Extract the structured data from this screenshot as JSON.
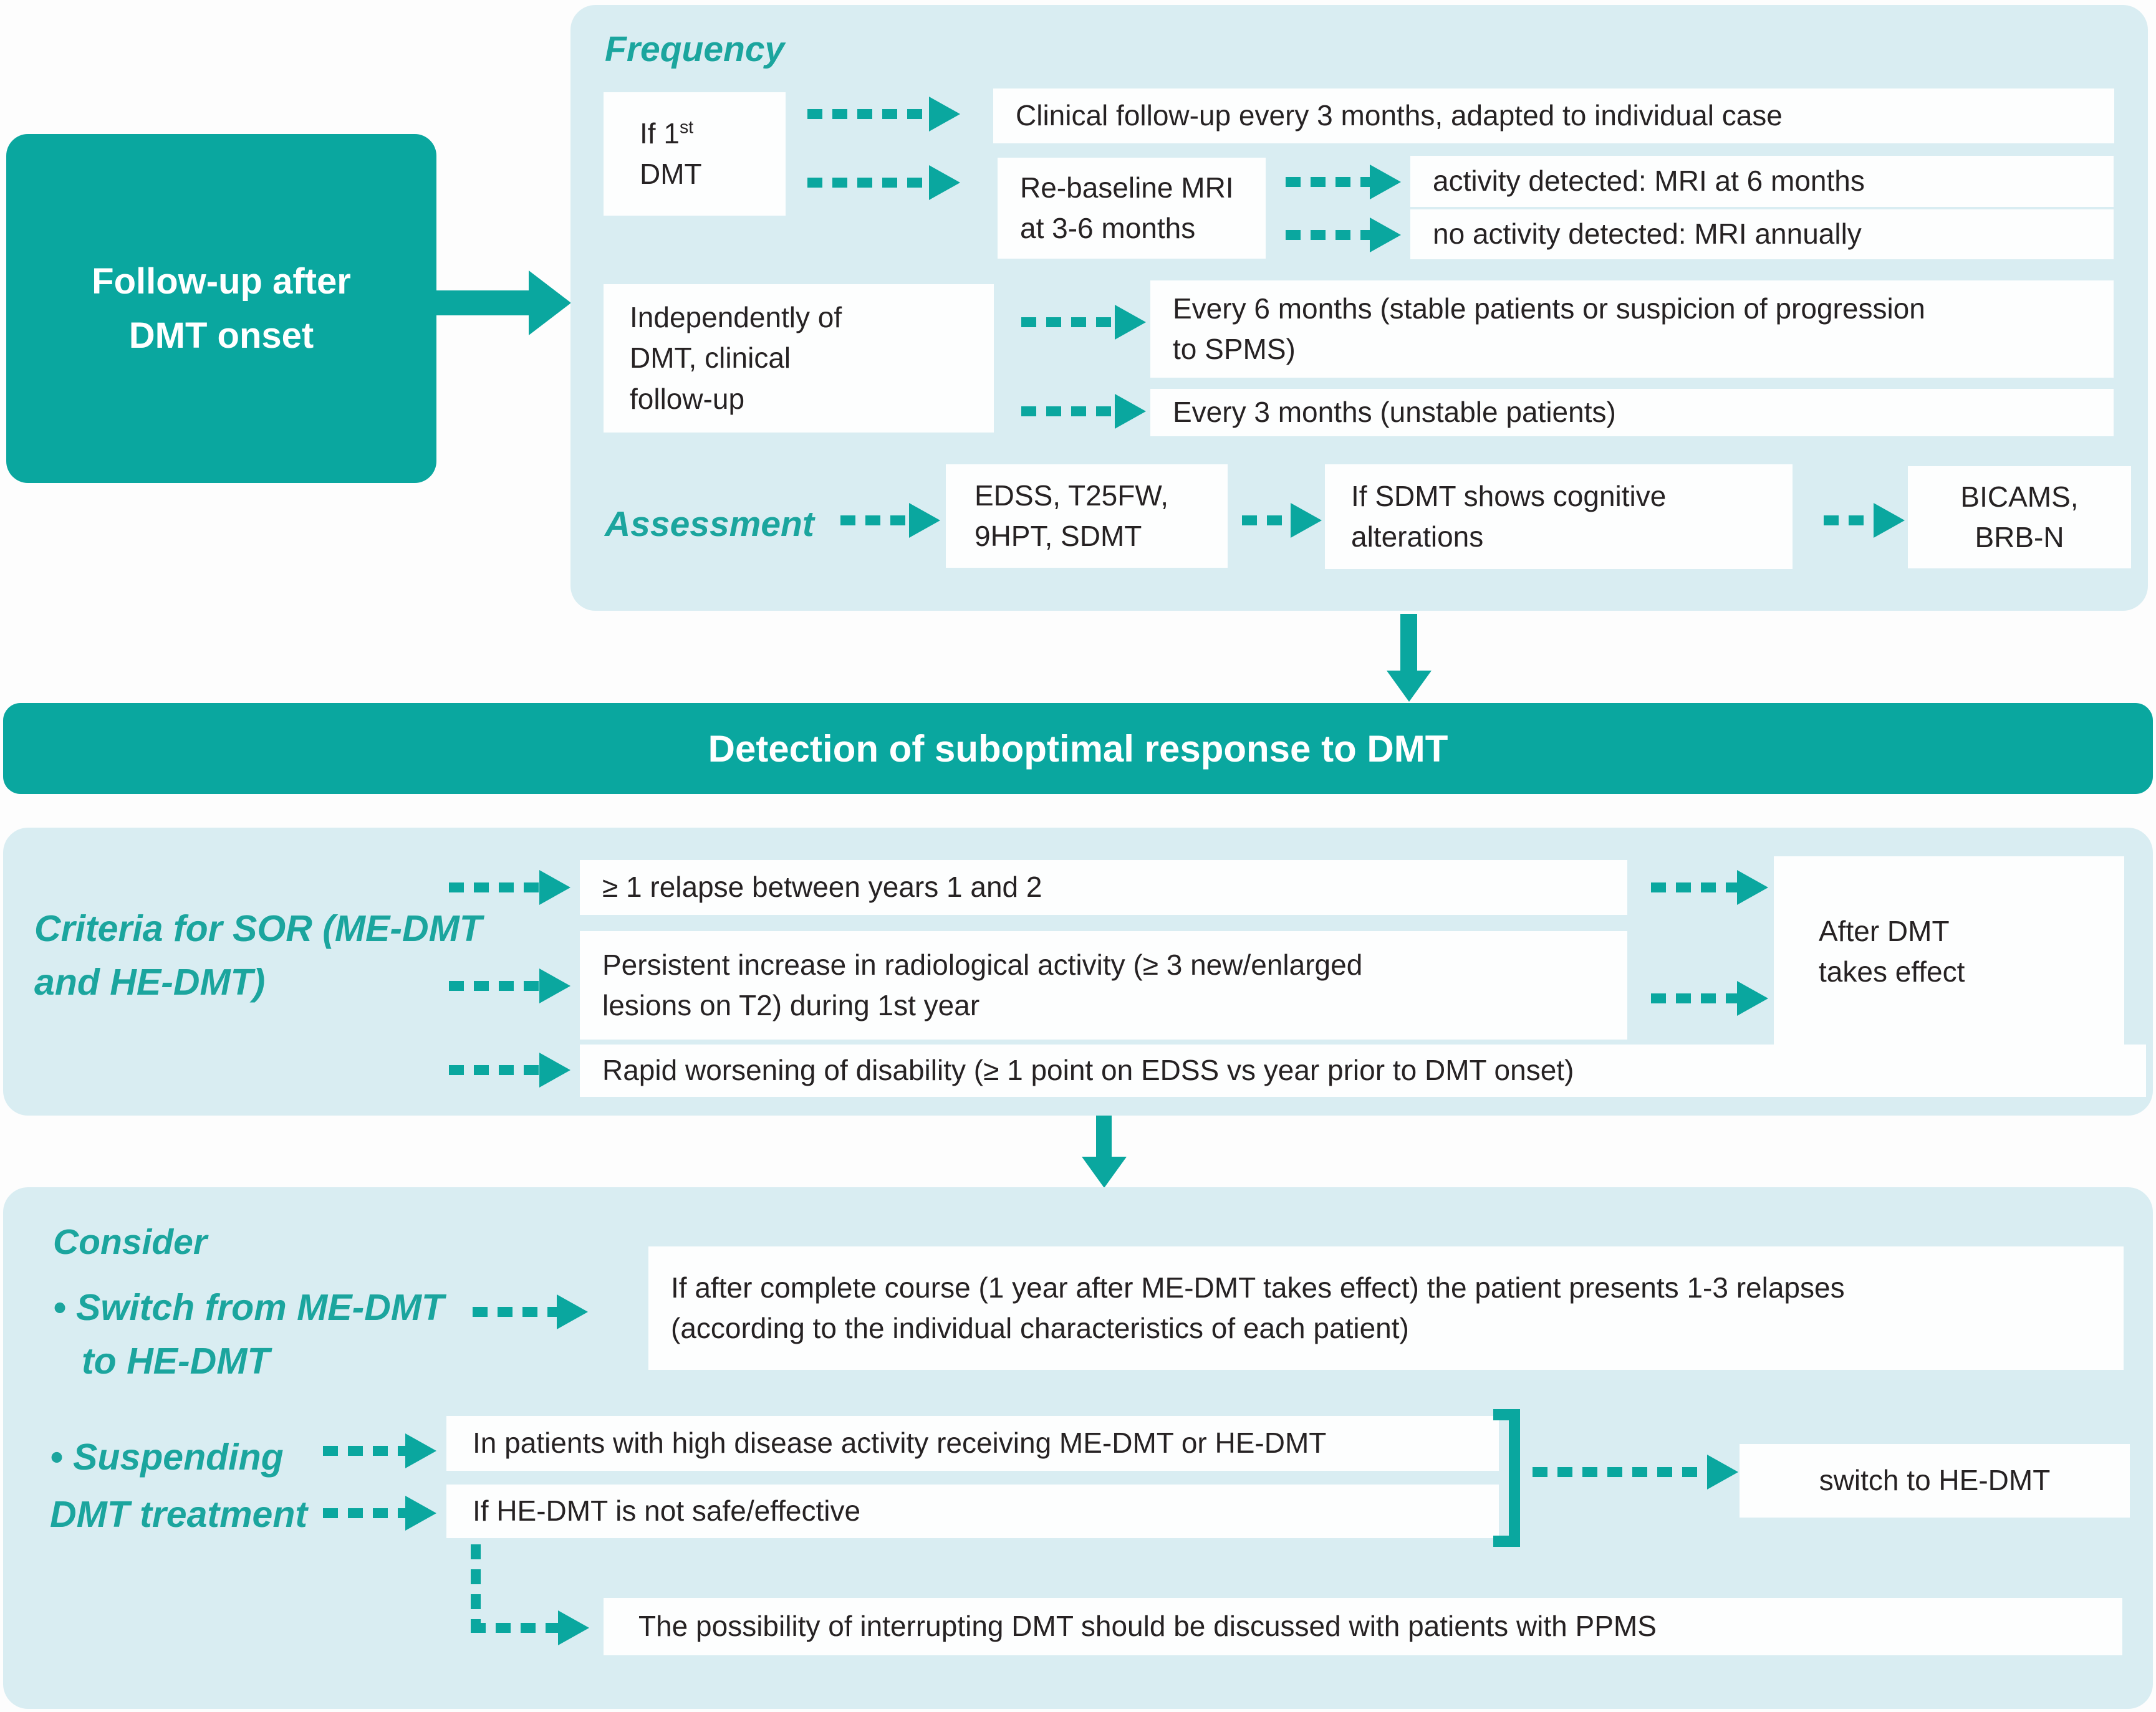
{
  "colors": {
    "teal": "#0aa79f",
    "tealtxt": "#1ba59e",
    "panel": "#d9edf2",
    "boxbg": "#fdfefe",
    "text": "#262223",
    "white": "#ffffff"
  },
  "left_box": {
    "line1": "Follow-up after",
    "line2": "DMT onset"
  },
  "followup_panel": {
    "frequency_label": "Frequency",
    "if_first_dmt": {
      "line1_pre": "If 1",
      "line1_sup": "st",
      "line2": "DMT"
    },
    "clinical_followup": "Clinical follow-up every 3 months, adapted to individual case",
    "rebaseline": {
      "line1": "Re-baseline MRI",
      "line2": "at 3-6 months"
    },
    "activity_detected": "activity detected: MRI at 6 months",
    "no_activity": "no activity detected: MRI annually",
    "independently": {
      "line1": "Independently of",
      "line2": "DMT, clinical",
      "line3": "follow-up"
    },
    "every_6_months": {
      "line1": "Every 6 months (stable patients or suspicion of progression",
      "line2": "to SPMS)"
    },
    "every_3_months": "Every 3 months (unstable patients)",
    "assessment_label": "Assessment",
    "assessments": {
      "line1": "EDSS, T25FW,",
      "line2": "9HPT, SDMT"
    },
    "sdmt": {
      "line1": "If SDMT shows cognitive",
      "line2": "alterations"
    },
    "bicams": {
      "line1": "BICAMS,",
      "line2": "BRB-N"
    }
  },
  "banner": {
    "title": "Detection of suboptimal response to DMT"
  },
  "criteria_panel": {
    "label": {
      "line1": "Criteria for SOR (ME-DMT",
      "line2": "and HE-DMT)"
    },
    "relapse": "≥ 1 relapse between years 1 and 2",
    "radiological": {
      "line1": "Persistent increase in radiological activity (≥ 3 new/enlarged",
      "line2": "lesions on T2) during 1st year"
    },
    "rapid_worsening": "Rapid worsening of disability (≥ 1 point on EDSS vs year prior to DMT onset)",
    "after_dmt": {
      "line1": "After DMT",
      "line2": "takes effect"
    }
  },
  "consider_panel": {
    "consider_label": "Consider",
    "switch_label": {
      "line1": "• Switch from ME-DMT",
      "line2": "to HE-DMT"
    },
    "switch_box": {
      "line1": "If after complete course (1 year after ME-DMT takes effect) the patient presents 1-3 relapses",
      "line2": "(according to the individual characteristics of each patient)"
    },
    "suspend_label": {
      "line1": "• Suspending",
      "line2": "DMT treatment"
    },
    "high_activity": "In patients with high disease activity receiving ME-DMT or HE-DMT",
    "not_safe": "If HE-DMT is not safe/effective",
    "switch_to_he": "switch to HE-DMT",
    "ppms": "The possibility of interrupting DMT should be discussed with patients with PPMS"
  }
}
